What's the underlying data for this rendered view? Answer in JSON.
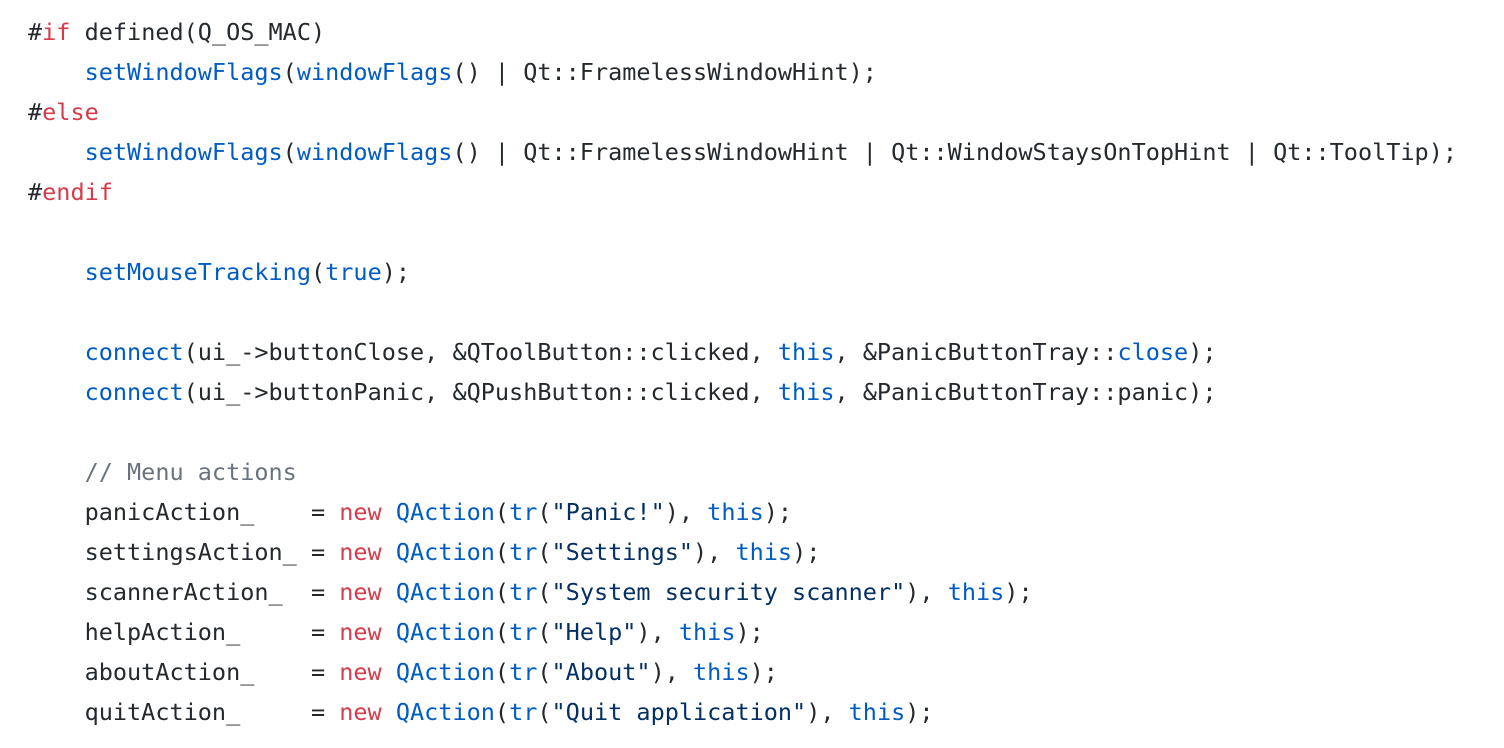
{
  "code": {
    "language": "cpp",
    "background": "#ffffff",
    "colors": {
      "plain": "#24292e",
      "keyword": "#d73a49",
      "function": "#005cc5",
      "constant": "#005cc5",
      "string": "#032f62",
      "comment": "#6a737d"
    },
    "lines": [
      [
        {
          "t": "#",
          "c": "plain"
        },
        {
          "t": "if",
          "c": "keyword"
        },
        {
          "t": " defined(Q_OS_MAC)",
          "c": "plain"
        }
      ],
      [
        {
          "t": "    ",
          "c": "plain"
        },
        {
          "t": "setWindowFlags",
          "c": "function"
        },
        {
          "t": "(",
          "c": "plain"
        },
        {
          "t": "windowFlags",
          "c": "function"
        },
        {
          "t": "() | Qt::FramelessWindowHint);",
          "c": "plain"
        }
      ],
      [
        {
          "t": "#",
          "c": "plain"
        },
        {
          "t": "else",
          "c": "keyword"
        }
      ],
      [
        {
          "t": "    ",
          "c": "plain"
        },
        {
          "t": "setWindowFlags",
          "c": "function"
        },
        {
          "t": "(",
          "c": "plain"
        },
        {
          "t": "windowFlags",
          "c": "function"
        },
        {
          "t": "() | Qt::FramelessWindowHint | Qt::WindowStaysOnTopHint | Qt::ToolTip);",
          "c": "plain"
        }
      ],
      [
        {
          "t": "#",
          "c": "plain"
        },
        {
          "t": "endif",
          "c": "keyword"
        }
      ],
      [],
      [
        {
          "t": "    ",
          "c": "plain"
        },
        {
          "t": "setMouseTracking",
          "c": "function"
        },
        {
          "t": "(",
          "c": "plain"
        },
        {
          "t": "true",
          "c": "constant"
        },
        {
          "t": ");",
          "c": "plain"
        }
      ],
      [],
      [
        {
          "t": "    ",
          "c": "plain"
        },
        {
          "t": "connect",
          "c": "function"
        },
        {
          "t": "(ui_->buttonClose, &QToolButton::clicked, ",
          "c": "plain"
        },
        {
          "t": "this",
          "c": "constant"
        },
        {
          "t": ", &PanicButtonTray::",
          "c": "plain"
        },
        {
          "t": "close",
          "c": "function"
        },
        {
          "t": ");",
          "c": "plain"
        }
      ],
      [
        {
          "t": "    ",
          "c": "plain"
        },
        {
          "t": "connect",
          "c": "function"
        },
        {
          "t": "(ui_->buttonPanic, &QPushButton::clicked, ",
          "c": "plain"
        },
        {
          "t": "this",
          "c": "constant"
        },
        {
          "t": ", &PanicButtonTray::panic);",
          "c": "plain"
        }
      ],
      [],
      [
        {
          "t": "    // Menu actions",
          "c": "comment"
        }
      ],
      [
        {
          "t": "    panicAction_    = ",
          "c": "plain"
        },
        {
          "t": "new",
          "c": "keyword"
        },
        {
          "t": " ",
          "c": "plain"
        },
        {
          "t": "QAction",
          "c": "function"
        },
        {
          "t": "(",
          "c": "plain"
        },
        {
          "t": "tr",
          "c": "function"
        },
        {
          "t": "(",
          "c": "plain"
        },
        {
          "t": "\"Panic!\"",
          "c": "string"
        },
        {
          "t": "), ",
          "c": "plain"
        },
        {
          "t": "this",
          "c": "constant"
        },
        {
          "t": ");",
          "c": "plain"
        }
      ],
      [
        {
          "t": "    settingsAction_ = ",
          "c": "plain"
        },
        {
          "t": "new",
          "c": "keyword"
        },
        {
          "t": " ",
          "c": "plain"
        },
        {
          "t": "QAction",
          "c": "function"
        },
        {
          "t": "(",
          "c": "plain"
        },
        {
          "t": "tr",
          "c": "function"
        },
        {
          "t": "(",
          "c": "plain"
        },
        {
          "t": "\"Settings\"",
          "c": "string"
        },
        {
          "t": "), ",
          "c": "plain"
        },
        {
          "t": "this",
          "c": "constant"
        },
        {
          "t": ");",
          "c": "plain"
        }
      ],
      [
        {
          "t": "    scannerAction_  = ",
          "c": "plain"
        },
        {
          "t": "new",
          "c": "keyword"
        },
        {
          "t": " ",
          "c": "plain"
        },
        {
          "t": "QAction",
          "c": "function"
        },
        {
          "t": "(",
          "c": "plain"
        },
        {
          "t": "tr",
          "c": "function"
        },
        {
          "t": "(",
          "c": "plain"
        },
        {
          "t": "\"System security scanner\"",
          "c": "string"
        },
        {
          "t": "), ",
          "c": "plain"
        },
        {
          "t": "this",
          "c": "constant"
        },
        {
          "t": ");",
          "c": "plain"
        }
      ],
      [
        {
          "t": "    helpAction_     = ",
          "c": "plain"
        },
        {
          "t": "new",
          "c": "keyword"
        },
        {
          "t": " ",
          "c": "plain"
        },
        {
          "t": "QAction",
          "c": "function"
        },
        {
          "t": "(",
          "c": "plain"
        },
        {
          "t": "tr",
          "c": "function"
        },
        {
          "t": "(",
          "c": "plain"
        },
        {
          "t": "\"Help\"",
          "c": "string"
        },
        {
          "t": "), ",
          "c": "plain"
        },
        {
          "t": "this",
          "c": "constant"
        },
        {
          "t": ");",
          "c": "plain"
        }
      ],
      [
        {
          "t": "    aboutAction_    = ",
          "c": "plain"
        },
        {
          "t": "new",
          "c": "keyword"
        },
        {
          "t": " ",
          "c": "plain"
        },
        {
          "t": "QAction",
          "c": "function"
        },
        {
          "t": "(",
          "c": "plain"
        },
        {
          "t": "tr",
          "c": "function"
        },
        {
          "t": "(",
          "c": "plain"
        },
        {
          "t": "\"About\"",
          "c": "string"
        },
        {
          "t": "), ",
          "c": "plain"
        },
        {
          "t": "this",
          "c": "constant"
        },
        {
          "t": ");",
          "c": "plain"
        }
      ],
      [
        {
          "t": "    quitAction_     = ",
          "c": "plain"
        },
        {
          "t": "new",
          "c": "keyword"
        },
        {
          "t": " ",
          "c": "plain"
        },
        {
          "t": "QAction",
          "c": "function"
        },
        {
          "t": "(",
          "c": "plain"
        },
        {
          "t": "tr",
          "c": "function"
        },
        {
          "t": "(",
          "c": "plain"
        },
        {
          "t": "\"Quit application\"",
          "c": "string"
        },
        {
          "t": "), ",
          "c": "plain"
        },
        {
          "t": "this",
          "c": "constant"
        },
        {
          "t": ");",
          "c": "plain"
        }
      ]
    ]
  }
}
